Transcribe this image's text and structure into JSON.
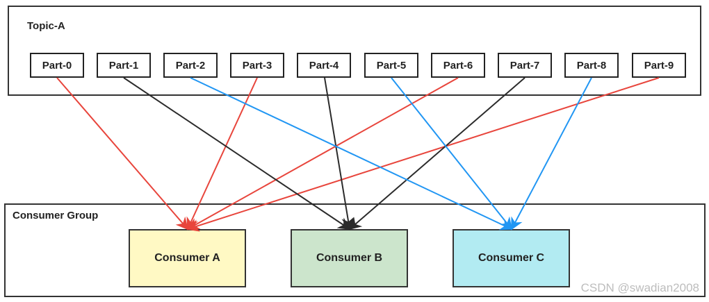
{
  "topic": {
    "label": "Topic-A",
    "partitions": [
      "Part-0",
      "Part-1",
      "Part-2",
      "Part-3",
      "Part-4",
      "Part-5",
      "Part-6",
      "Part-7",
      "Part-8",
      "Part-9"
    ]
  },
  "group": {
    "label": "Consumer Group",
    "consumers": [
      {
        "label": "Consumer A",
        "fill": "#fff9c4"
      },
      {
        "label": "Consumer B",
        "fill": "#cce5cc"
      },
      {
        "label": "Consumer C",
        "fill": "#b2ebf2"
      }
    ]
  },
  "assignments": [
    {
      "partition": 0,
      "consumer": 0
    },
    {
      "partition": 3,
      "consumer": 0
    },
    {
      "partition": 6,
      "consumer": 0
    },
    {
      "partition": 9,
      "consumer": 0
    },
    {
      "partition": 1,
      "consumer": 1
    },
    {
      "partition": 4,
      "consumer": 1
    },
    {
      "partition": 7,
      "consumer": 1
    },
    {
      "partition": 2,
      "consumer": 2
    },
    {
      "partition": 5,
      "consumer": 2
    },
    {
      "partition": 8,
      "consumer": 2
    }
  ],
  "colors": {
    "consumer_a_arrow": "#e8453c",
    "consumer_b_arrow": "#2b2b2b",
    "consumer_c_arrow": "#2196f3"
  },
  "watermark": "CSDN @swadian2008"
}
